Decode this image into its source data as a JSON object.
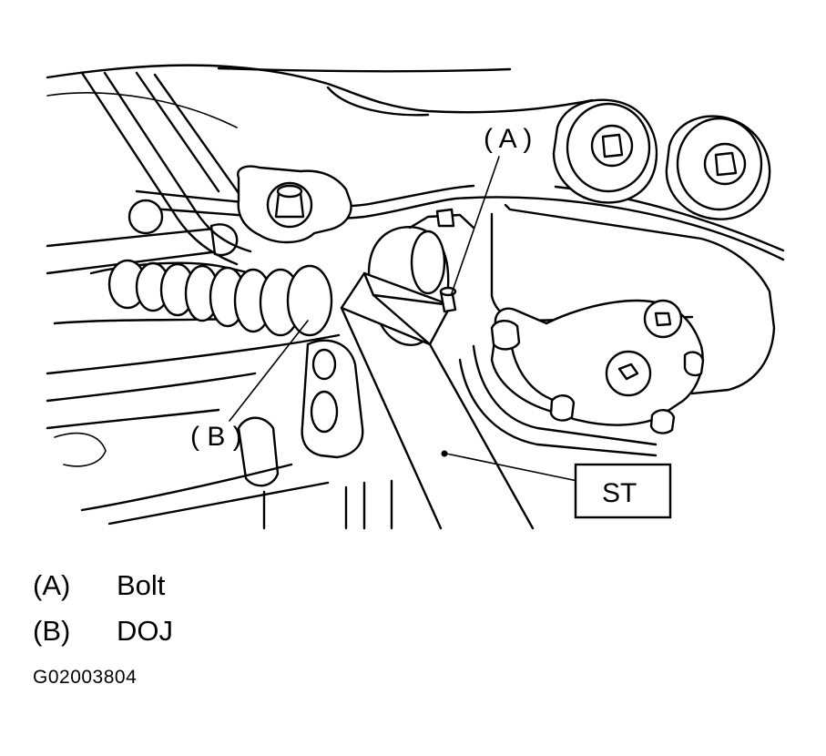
{
  "callouts": {
    "a": "( A )",
    "b": "( B )",
    "st": "ST"
  },
  "legend": [
    {
      "key": "(A)",
      "description": "Bolt"
    },
    {
      "key": "(B)",
      "description": "DOJ"
    }
  ],
  "figure_id": "G02003804"
}
